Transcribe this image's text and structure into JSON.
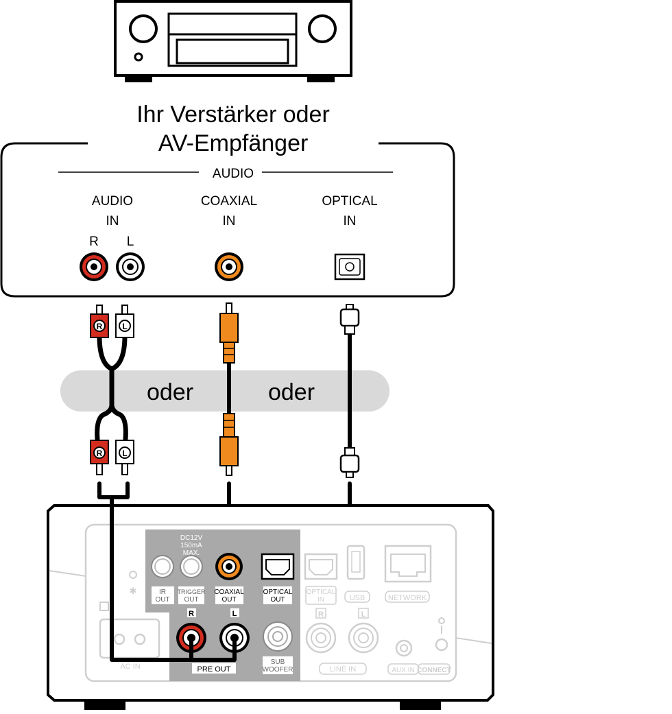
{
  "amp_title_line1": "Ihr Verstärker oder",
  "amp_title_line2": "AV-Empfänger",
  "amp_panel": {
    "section_label": "AUDIO",
    "audio_in_line1": "AUDIO",
    "audio_in_line2": "IN",
    "right_label": "R",
    "left_label": "L",
    "coaxial_line1": "COAXIAL",
    "coaxial_line2": "IN",
    "optical_line1": "OPTICAL",
    "optical_line2": "IN"
  },
  "or_label": "oder",
  "plug_r": "R",
  "plug_l": "L",
  "device_panel": {
    "dc_line1": "DC12V",
    "dc_line2": "150mA",
    "dc_line3": "MAX.",
    "ir_line1": "IR",
    "ir_line2": "OUT",
    "trigger_line1": "TRIGGER",
    "trigger_line2": "OUT",
    "coaxial_line1": "COAXIAL",
    "coaxial_line2": "OUT",
    "optical_out_line1": "OPTICAL",
    "optical_out_line2": "OUT",
    "optical_in_line1": "OPTICAL",
    "optical_in_line2": "IN",
    "usb": "USB",
    "network": "NETWORK",
    "pre_out": "PRE OUT",
    "sub_line1": "SUB",
    "sub_line2": "WOOFER",
    "line_in": "LINE IN",
    "aux_in": "AUX IN",
    "connect": "CONNECT",
    "ac_in": "AC IN",
    "pre_r": "R",
    "pre_l": "L",
    "line_r": "R",
    "line_l": "L"
  },
  "colors": {
    "red_jack": "#d32d1f",
    "orange_jack": "#f08a1e",
    "device_panel_gray": "#a9a9a9",
    "faded_gray": "#cfcfcf",
    "or_band": "#d9d9d9"
  }
}
